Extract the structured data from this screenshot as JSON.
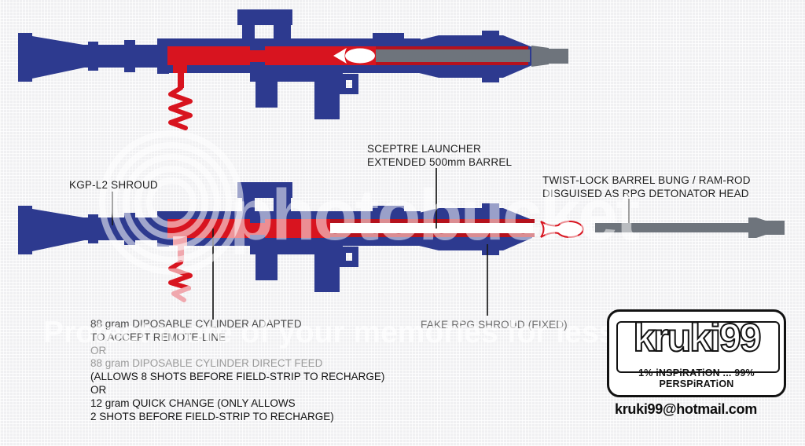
{
  "colors": {
    "bg": "#f0f0f2",
    "body_blue": "#2d3a8f",
    "barrel_red": "#d8141f",
    "rim_red": "#b5121d",
    "rod_gray": "#6e747c",
    "coil_pink": "#f0a8ae"
  },
  "labels": {
    "sceptre_line1": "SCEPTRE LAUNCHER",
    "sceptre_line2": "EXTENDED 500mm BARREL",
    "kgp": "KGP-L2 SHROUD",
    "twist_line1": "TWIST-LOCK BARREL BUNG / RAM-ROD",
    "twist_line2": "DISGUISED AS RPG DETONATOR HEAD",
    "fake": "FAKE RPG SHROUD (FIXED)",
    "cylinder_lines": [
      "88 gram DIPOSABLE CYLINDER ADAPTED",
      "TO ACCEPT REMOTE-LINE",
      "OR",
      "88 gram DIPOSABLE CYLINDER DIRECT FEED",
      "(ALLOWS 8 SHOTS BEFORE FIELD-STRIP TO RECHARGE)",
      "OR",
      "12 gram QUICK CHANGE  (ONLY ALLOWS",
      "2 SHOTS BEFORE FIELD-STRIP TO RECHARGE)"
    ]
  },
  "watermark": {
    "brand": "photobucket",
    "tagline": "Protect more of your memories for less"
  },
  "logo": {
    "name": "kruki99",
    "slogan": "1% iNSPiRATiON ... 99% PERSPiRATiON",
    "email": "kruki99@hotmail.com"
  }
}
